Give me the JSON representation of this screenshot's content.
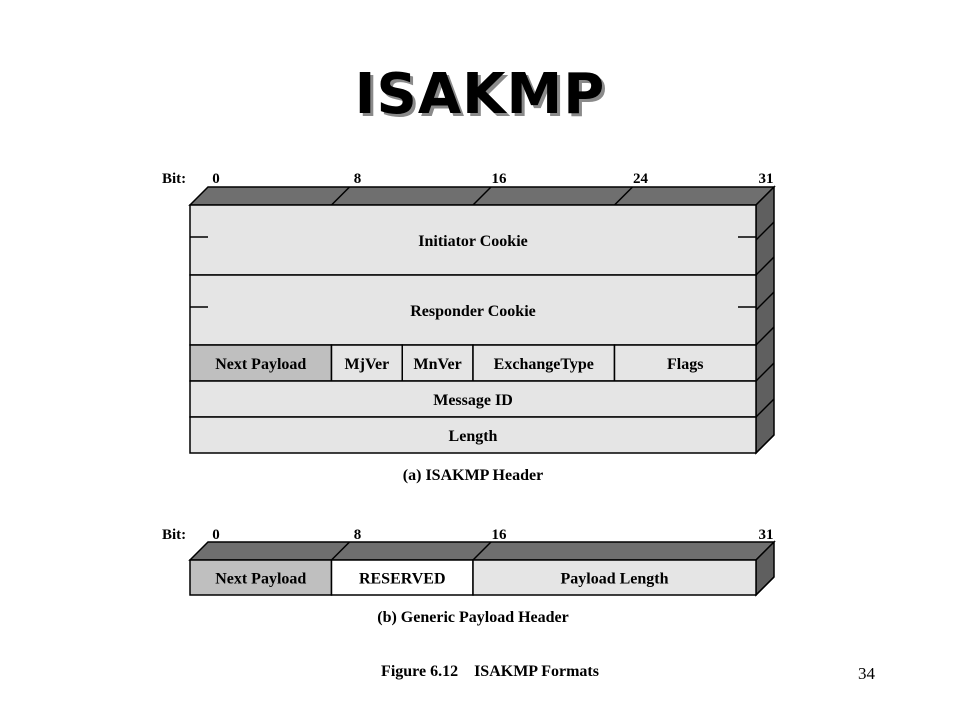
{
  "slide": {
    "title": "ISAKMP",
    "page_number": "34"
  },
  "diagram": {
    "bit_label": "Bit:",
    "figure_caption": "Figure 6.12    ISAKMP Formats",
    "colors": {
      "field_fill": "#e5e5e5",
      "field_dark": "#bfbfbf",
      "field_white": "#ffffff",
      "top_face": "#6f6f6f",
      "side_face": "#5f5f5f",
      "stroke": "#000000"
    },
    "header": {
      "caption": "(a) ISAKMP Header",
      "bit_ticks": [
        "0",
        "8",
        "16",
        "24",
        "31"
      ],
      "rows": [
        {
          "fields": [
            {
              "label": "Initiator Cookie",
              "bits": 32,
              "shade": "light"
            }
          ],
          "height_words": 2,
          "cookie": true
        },
        {
          "fields": [
            {
              "label": "Responder Cookie",
              "bits": 32,
              "shade": "light"
            }
          ],
          "height_words": 2,
          "cookie": true
        },
        {
          "fields": [
            {
              "label": "Next Payload",
              "bits": 8,
              "shade": "dark"
            },
            {
              "label": "MjVer",
              "bits": 4,
              "shade": "light"
            },
            {
              "label": "MnVer",
              "bits": 4,
              "shade": "light"
            },
            {
              "label": "ExchangeType",
              "bits": 8,
              "shade": "light"
            },
            {
              "label": "Flags",
              "bits": 8,
              "shade": "light"
            }
          ],
          "height_words": 1
        },
        {
          "fields": [
            {
              "label": "Message ID",
              "bits": 32,
              "shade": "light"
            }
          ],
          "height_words": 1
        },
        {
          "fields": [
            {
              "label": "Length",
              "bits": 32,
              "shade": "light"
            }
          ],
          "height_words": 1
        }
      ]
    },
    "generic": {
      "caption": "(b) Generic Payload Header",
      "bit_ticks": [
        "0",
        "8",
        "16",
        "31"
      ],
      "rows": [
        {
          "fields": [
            {
              "label": "Next Payload",
              "bits": 8,
              "shade": "dark"
            },
            {
              "label": "RESERVED",
              "bits": 8,
              "shade": "white"
            },
            {
              "label": "Payload Length",
              "bits": 16,
              "shade": "light"
            }
          ],
          "height_words": 1
        }
      ]
    }
  }
}
